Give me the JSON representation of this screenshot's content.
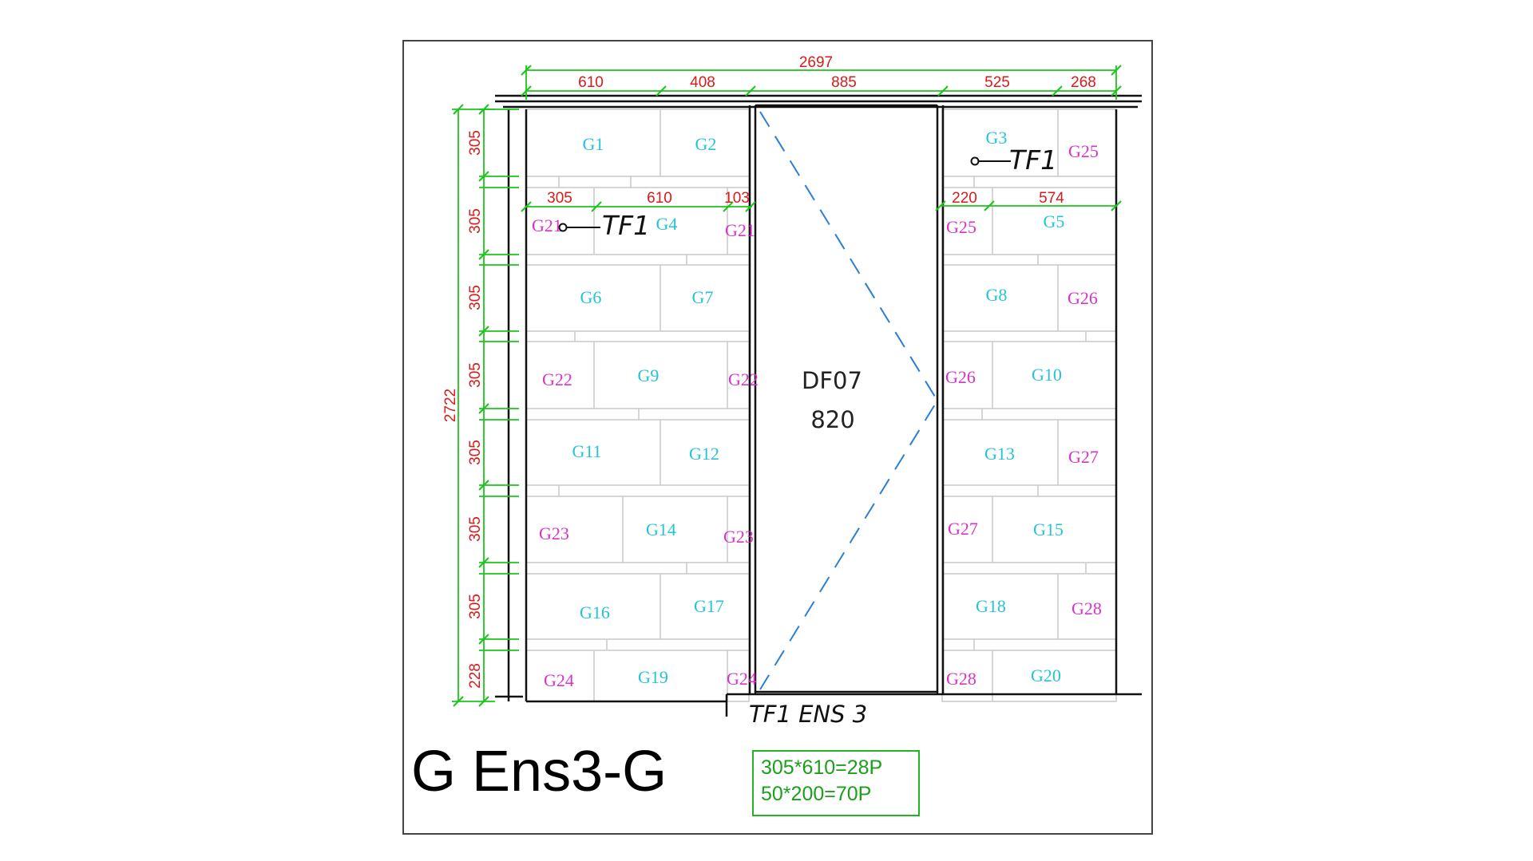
{
  "title": "G Ens3-G",
  "door": {
    "code": "DF07",
    "width": "820"
  },
  "bottom_note": "TF1 ENS 3",
  "tf_marker": "TF1",
  "legend": [
    "305*610=28P",
    "50*200=70P"
  ],
  "dimensions": {
    "overall_width": "2697",
    "overall_height": "2722",
    "top_segments": [
      "610",
      "408",
      "885",
      "525",
      "268"
    ],
    "left_inner_segments": [
      "305",
      "610",
      "103"
    ],
    "right_inner_segments": [
      "220",
      "574"
    ],
    "row_heights": [
      "305",
      "305",
      "305",
      "305",
      "305",
      "305",
      "305",
      "228"
    ]
  },
  "panels": {
    "cyan": [
      "G1",
      "G2",
      "G3",
      "G4",
      "G5",
      "G6",
      "G7",
      "G8",
      "G9",
      "G10",
      "G11",
      "G12",
      "G13",
      "G14",
      "G15",
      "G16",
      "G17",
      "G18",
      "G19",
      "G20"
    ],
    "magenta": [
      "G21",
      "G21",
      "G22",
      "G22",
      "G23",
      "G23",
      "G24",
      "G24",
      "G25",
      "G25",
      "G26",
      "G26",
      "G27",
      "G27",
      "G28",
      "G28"
    ]
  },
  "colors": {
    "dimension": "#d81b1b",
    "dimension_line": "#19c719",
    "panel_primary": "#22c4d6",
    "panel_secondary": "#d633c8",
    "door_swing": "#2a7fd4",
    "legend": "#1aa01a"
  }
}
